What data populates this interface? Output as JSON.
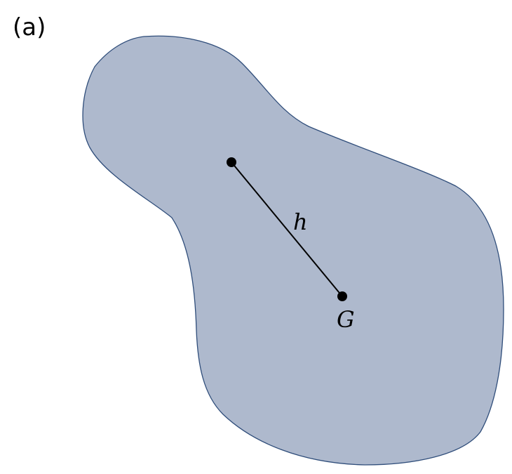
{
  "panel_label": "(a)",
  "labels": {
    "distance": "h",
    "centroid": "G"
  },
  "colors": {
    "body_fill": "#aeb9cd",
    "body_stroke": "#2f4d7a",
    "line": "#000000",
    "point": "#000000"
  }
}
